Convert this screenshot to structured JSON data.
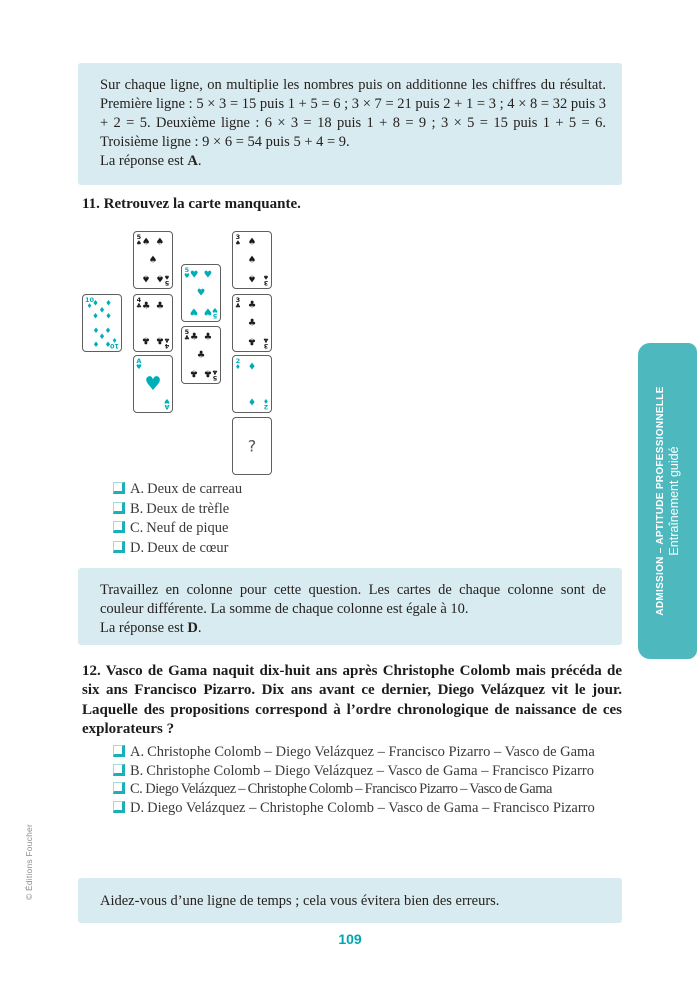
{
  "side_tab": {
    "title": "ADMISSION – APTITUDE PROFESSIONNELLE",
    "subtitle": "Entraînement guidé"
  },
  "footer": {
    "page_number": "109",
    "copyright": "© Éditions Foucher"
  },
  "explanation_box_1": {
    "text": "Sur chaque ligne, on multiplie les nombres puis on additionne les chiffres du résultat. Première ligne : 5 × 3 = 15 puis 1 + 5 = 6 ; 3 × 7 = 21 puis 2 + 1 = 3 ; 4 × 8 = 32 puis 3 + 2 = 5. Deuxième ligne : 6 × 3 = 18 puis 1 + 8 = 9 ; 3 × 5 = 15 puis 1 + 5 = 6. Troisième ligne : 9 × 6 = 54 puis 5 + 4 = 9.",
    "answer_prefix": "La réponse est ",
    "answer_letter": "A",
    "answer_period": "."
  },
  "question_11": {
    "title": "11. Retrouvez la carte manquante.",
    "cards": [
      {
        "rank": "5",
        "suit": "spades"
      },
      {
        "rank": "10",
        "suit": "diamonds"
      },
      {
        "rank": "4",
        "suit": "clubs"
      },
      {
        "rank": "A",
        "suit": "hearts"
      },
      {
        "rank": "5",
        "suit": "hearts"
      },
      {
        "rank": "5",
        "suit": "clubs"
      },
      {
        "rank": "3",
        "suit": "spades"
      },
      {
        "rank": "3",
        "suit": "clubs"
      },
      {
        "rank": "2",
        "suit": "diamonds"
      },
      {
        "rank": "?",
        "suit": "none"
      }
    ],
    "options": [
      {
        "label": "A.",
        "text": "Deux de carreau"
      },
      {
        "label": "B.",
        "text": "Deux de trèfle"
      },
      {
        "label": "C.",
        "text": "Neuf de pique"
      },
      {
        "label": "D.",
        "text": "Deux de cœur"
      }
    ]
  },
  "explanation_box_2": {
    "text": "Travaillez en colonne pour cette question. Les cartes de chaque colonne sont de couleur différente. La somme de chaque colonne est égale à 10.",
    "answer_prefix": "La réponse est ",
    "answer_letter": "D",
    "answer_period": "."
  },
  "question_12": {
    "title": "12. Vasco de Gama naquit dix-huit ans après Christophe Colomb mais précéda de six ans Francisco Pizarro. Dix ans avant ce dernier, Diego Velázquez vit le jour. Laquelle des propositions correspond à l’ordre chronologique de naissance de ces explorateurs ?",
    "options": [
      {
        "label": "A.",
        "text": "Christophe Colomb – Diego Velázquez – Francisco Pizarro – Vasco de Gama"
      },
      {
        "label": "B.",
        "text": "Christophe Colomb – Diego Velázquez – Vasco de Gama – Francisco Pizarro"
      },
      {
        "label": "C.",
        "text": "Diego Velázquez – Christophe Colomb – Francisco Pizarro – Vasco de Gama"
      },
      {
        "label": "D.",
        "text": "Diego Velázquez – Christophe Colomb – Vasco de Gama – Francisco Pizarro"
      }
    ]
  },
  "hint_box": {
    "text": "Aidez-vous d’une ligne de temps ; cela vous évitera bien des erreurs."
  },
  "colors": {
    "suit_teal": "#00aeb8",
    "suit_black": "#1a1a1a",
    "tab_teal": "#4db9be",
    "box_background": "#d8ebf1",
    "page_number_teal": "#00a7b2"
  }
}
